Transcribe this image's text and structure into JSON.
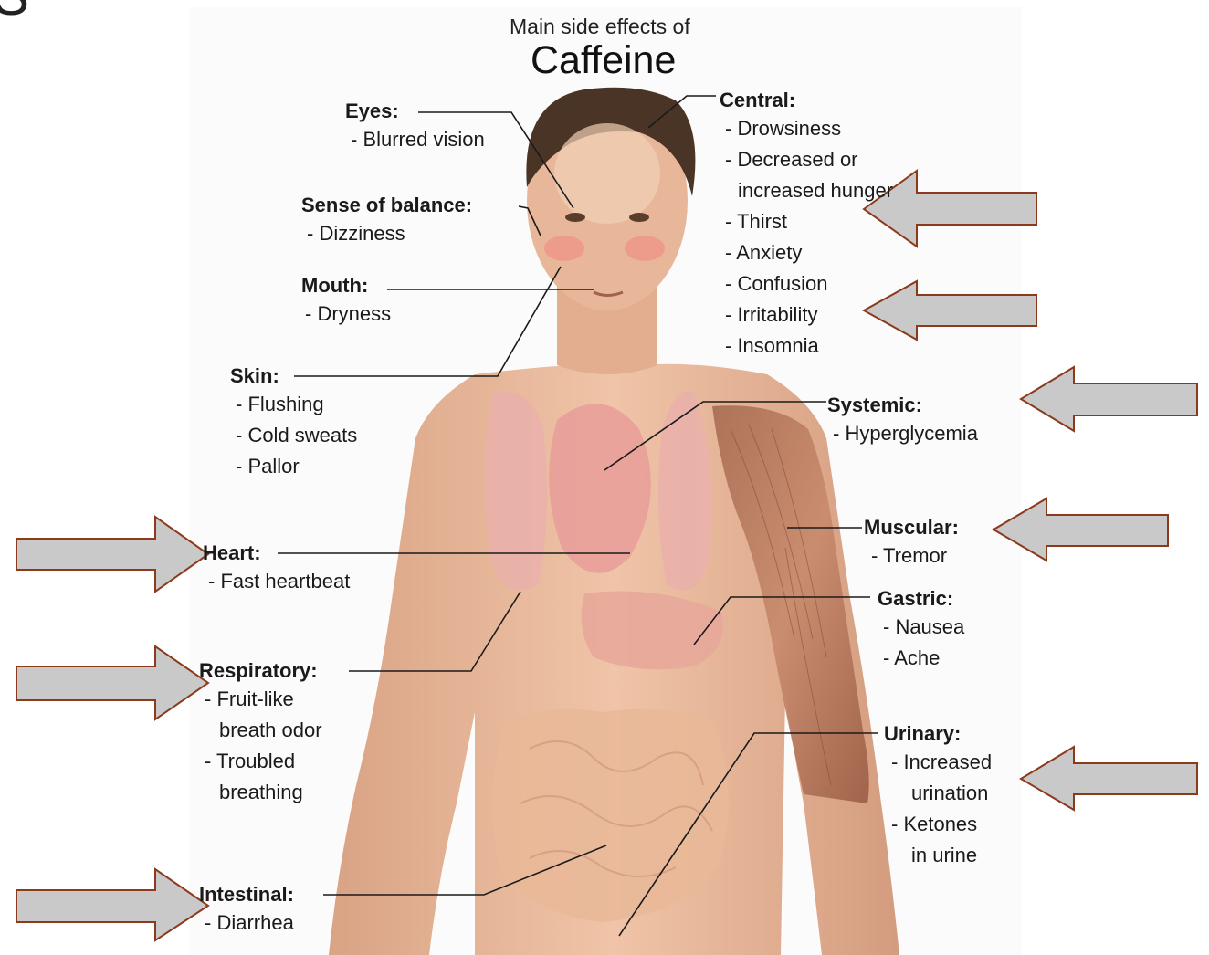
{
  "corner_glyph": "S",
  "title": {
    "line1": "Main side effects of",
    "line2": "Caffeine"
  },
  "groups": {
    "eyes": {
      "heading": "Eyes:",
      "items": [
        "- Blurred vision"
      ]
    },
    "balance": {
      "heading": "Sense of balance:",
      "items": [
        "- Dizziness"
      ]
    },
    "mouth": {
      "heading": "Mouth:",
      "items": [
        "- Dryness"
      ]
    },
    "skin": {
      "heading": "Skin:",
      "items": [
        "- Flushing",
        "- Cold sweats",
        "- Pallor"
      ]
    },
    "heart": {
      "heading": "Heart:",
      "items": [
        "- Fast heartbeat"
      ]
    },
    "respiratory": {
      "heading": "Respiratory:",
      "items": [
        "- Fruit-like",
        "breath odor",
        "- Troubled",
        "breathing"
      ]
    },
    "intestinal": {
      "heading": "Intestinal:",
      "items": [
        "- Diarrhea"
      ]
    },
    "central": {
      "heading": "Central:",
      "items": [
        "- Drowsiness",
        "- Decreased or",
        "increased hunger",
        "- Thirst",
        "- Anxiety",
        "- Confusion",
        "- Irritability",
        "- Insomnia"
      ]
    },
    "systemic": {
      "heading": "Systemic:",
      "items": [
        "- Hyperglycemia"
      ]
    },
    "muscular": {
      "heading": "Muscular:",
      "items": [
        "- Tremor"
      ]
    },
    "gastric": {
      "heading": "Gastric:",
      "items": [
        "- Nausea",
        "- Ache"
      ]
    },
    "urinary": {
      "heading": "Urinary:",
      "items": [
        "- Increased",
        "urination",
        "- Ketones",
        "in urine"
      ]
    }
  },
  "colors": {
    "arrow_fill": "#c9c9c9",
    "arrow_stroke": "#8b3a1c",
    "skin": "#e8b79a",
    "organ": "#e9b3ae",
    "hair": "#4a3426",
    "leader_line": "#1a1a1a"
  }
}
